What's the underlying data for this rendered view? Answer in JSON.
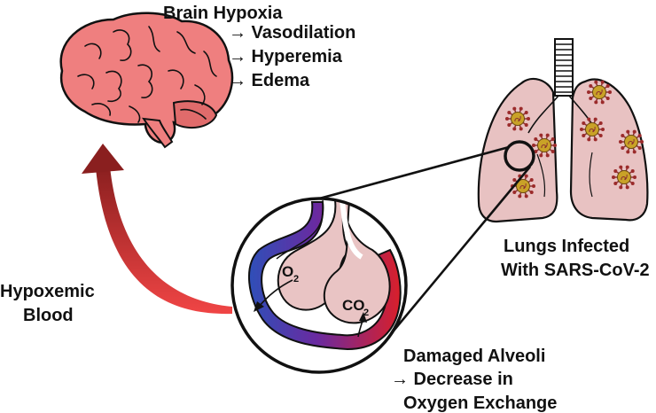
{
  "brain": {
    "title": "Brain Hypoxia",
    "effects": [
      "→ Vasodilation",
      "→ Hyperemia",
      "→ Edema"
    ]
  },
  "lungs": {
    "label_line1": "Lungs Infected",
    "label_line2": "With SARS-CoV-2"
  },
  "blood": {
    "label_line1": "Hypoxemic",
    "label_line2": "Blood"
  },
  "alveoli": {
    "label_line1": "Damaged Alveoli",
    "label_line2": "→ Decrease in",
    "label_line3": "Oxygen Exchange",
    "o2_main": "O",
    "o2_sub": "2",
    "co2_main": "CO",
    "co2_sub": "2"
  },
  "colors": {
    "brain": "#ef7f7f",
    "lung": "#e8c2c2",
    "alveolus": "#e9c4c4",
    "virus": "#c9a227",
    "oxygenated": "#d01d2a",
    "deoxygenated": "#2b3fae"
  }
}
